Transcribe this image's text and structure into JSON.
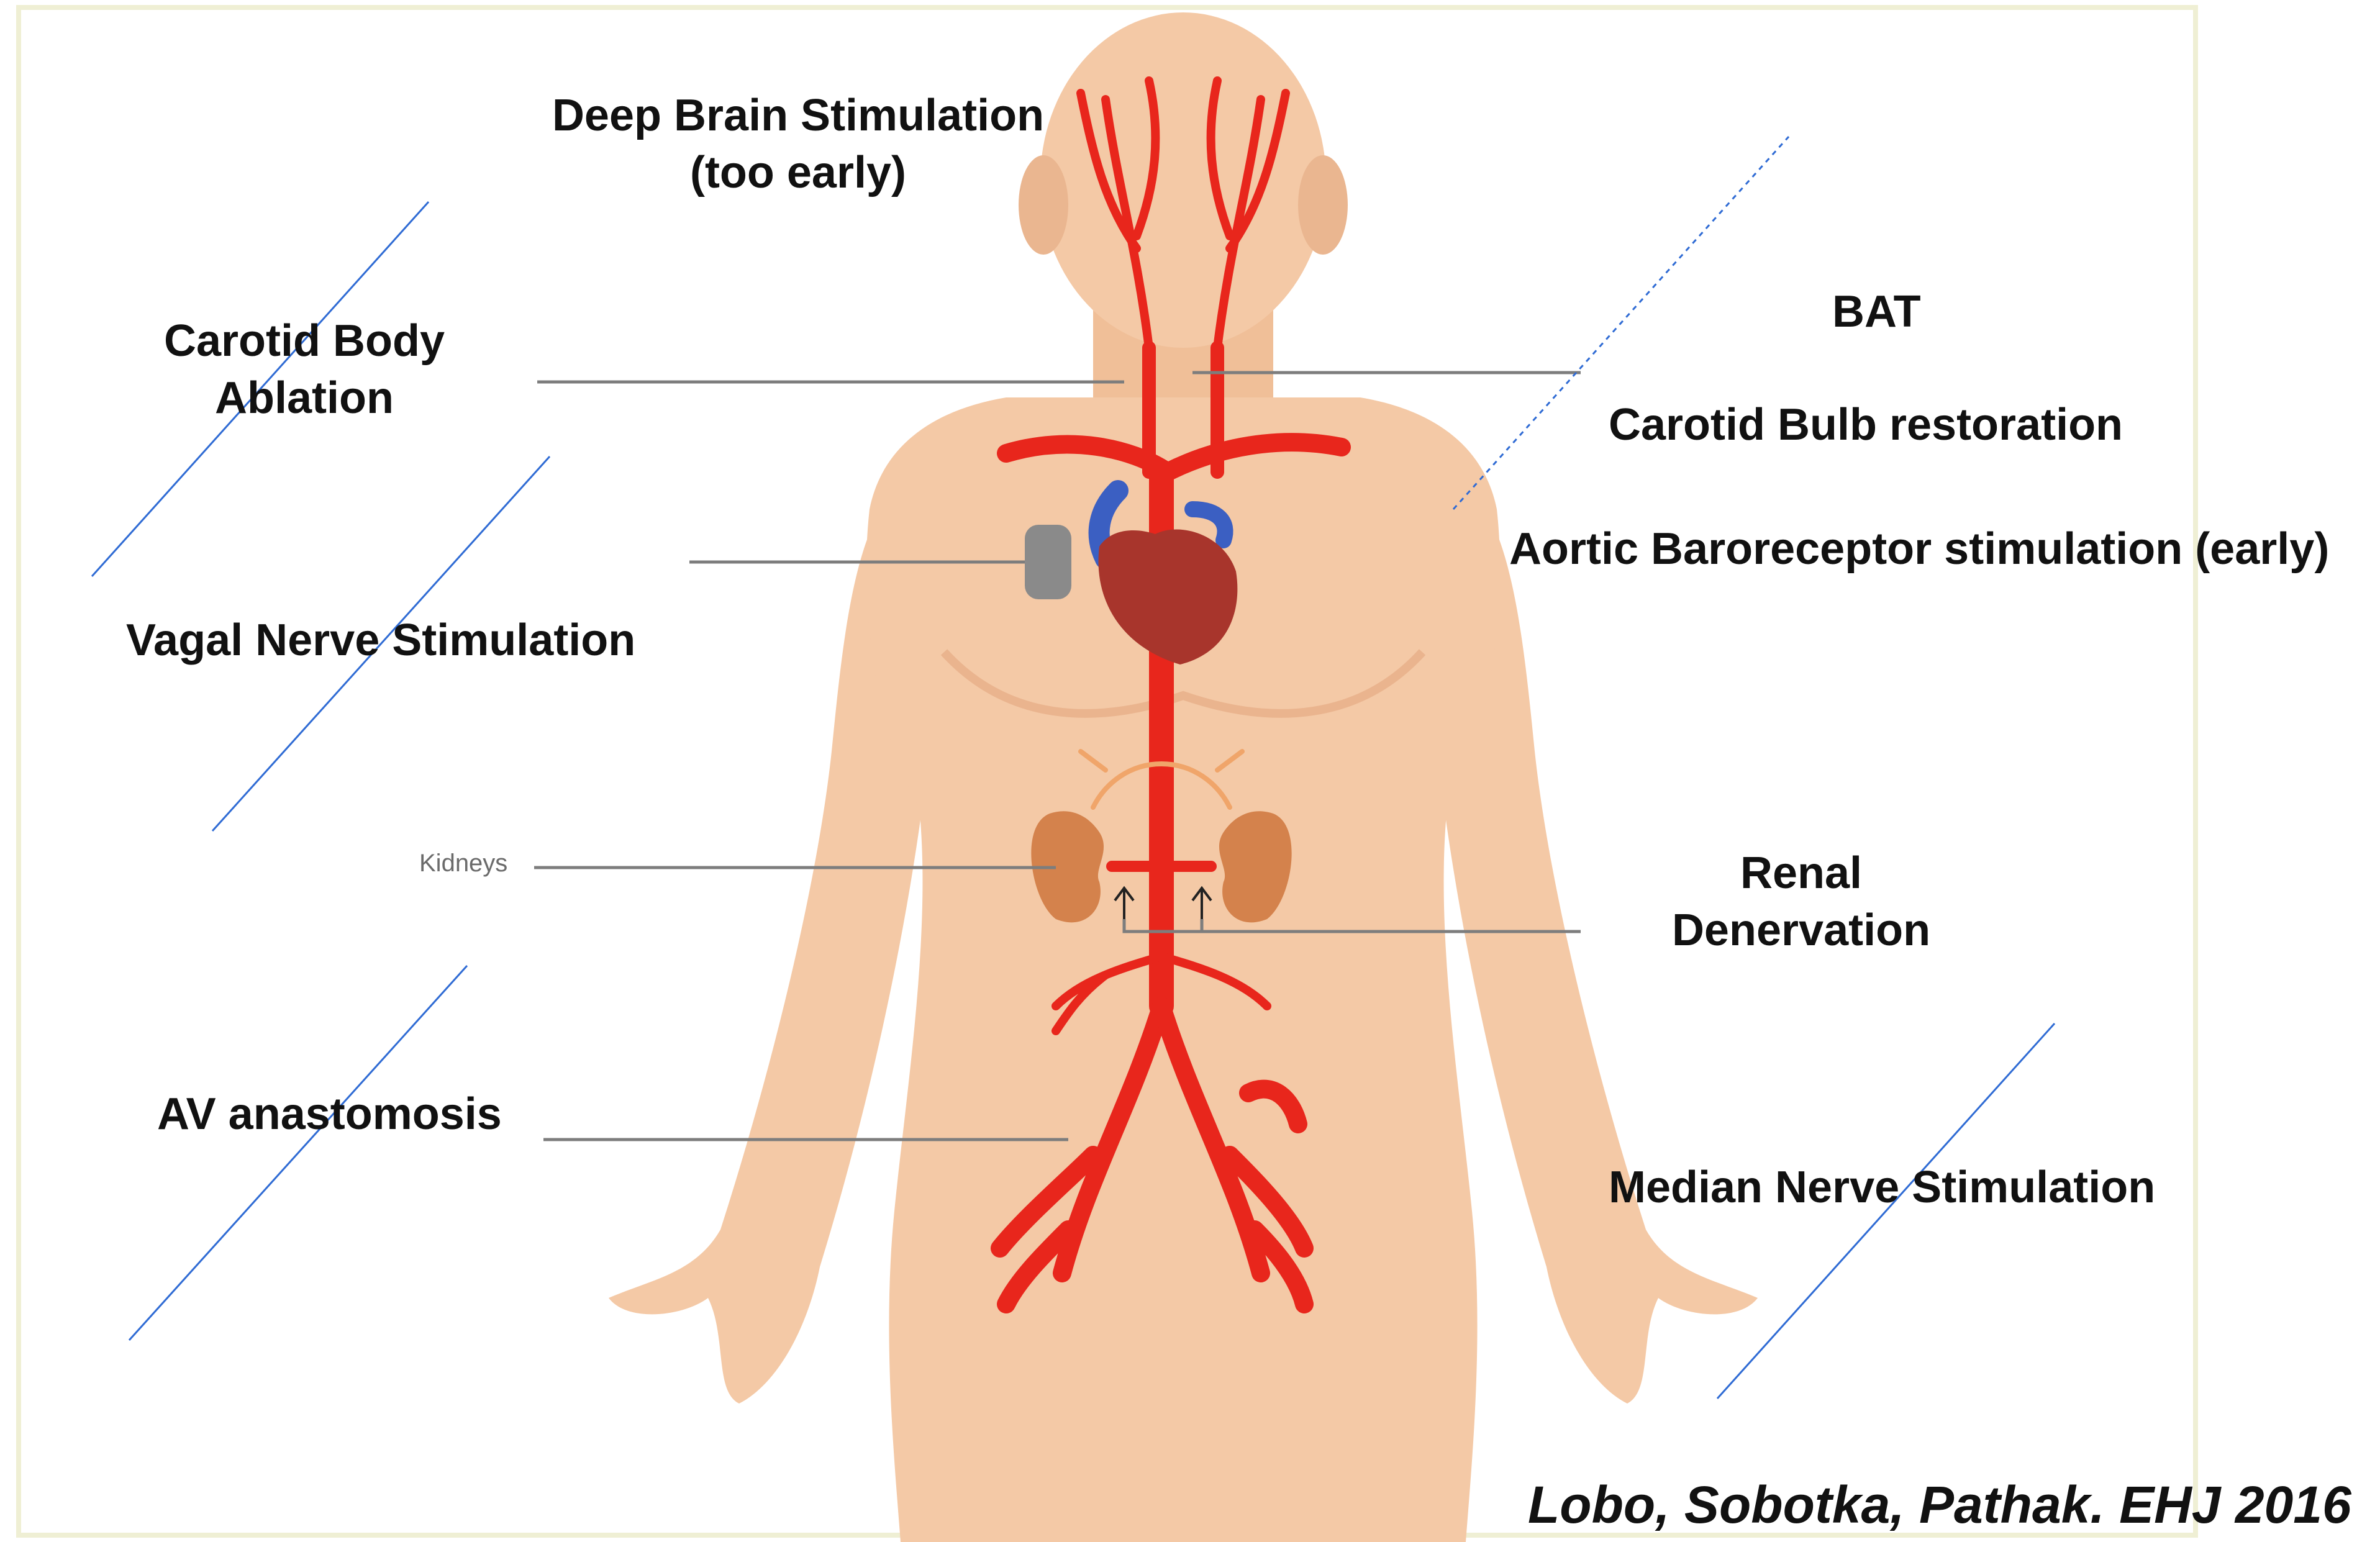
{
  "labels": {
    "deep_brain_line1": "Deep Brain Stimulation",
    "deep_brain_line2": "(too early)",
    "carotid_body_line1": "Carotid Body",
    "carotid_body_line2": "Ablation",
    "vagal": "Vagal Nerve Stimulation",
    "kidneys": "Kidneys",
    "av": "AV anastomosis",
    "bat": "BAT",
    "carotid_bulb": "Carotid Bulb restoration",
    "aortic": "Aortic Baroreceptor  stimulation (early)",
    "renal_line1": "Renal",
    "renal_line2": "Denervation",
    "median": "Median Nerve Stimulation"
  },
  "citation": "Lobo, Sobotka, Pathak. EHJ 2016",
  "colors": {
    "skin": "#f4c9a6",
    "skin_shadow": "#e6ab84",
    "artery": "#e8261c",
    "vein": "#3b5fc2",
    "heart": "#a8352c",
    "kidney": "#d4824c",
    "device": "#8a8a8a",
    "leader_line": "#7d7d7d",
    "strike_line": "#2f6bd4",
    "frame": "#efefd4",
    "text": "#111111"
  }
}
